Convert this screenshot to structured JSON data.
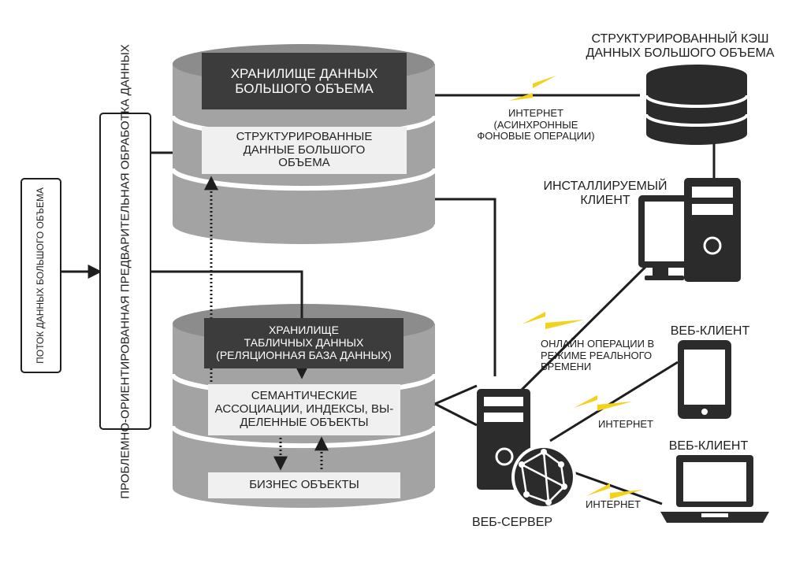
{
  "diagram": {
    "stream_label": "ПОТОК ДАННЫХ\nБОЛЬШОГО ОБЪЕМА",
    "preprocessing_label": "ПРОБЛЕМНО-ОРИЕНТИРОВАННАЯ\nПРЕДВАРИТЕЛЬНАЯ ОБРАБОТКА ДАННЫХ",
    "bigdata_storage": "ХРАНИЛИЩЕ ДАННЫХ\nБОЛЬШОГО ОБЪЕМА",
    "structured_data": "СТРУКТУРИРОВАННЫЕ\nДАННЫЕ БОЛЬШОГО\nОБЪЕМА",
    "tabular_storage": "ХРАНИЛИЩЕ\nТАБЛИЧНЫХ ДАННЫХ\n(РЕЛЯЦИОННАЯ БАЗА ДАННЫХ)",
    "semantic_assoc": "СЕМАНТИЧЕСКИЕ\nАССОЦИАЦИИ, ИНДЕКСЫ, ВЫ-\nДЕЛЕННЫЕ ОБЪЕКТЫ",
    "business_objects": "БИЗНЕС ОБЪЕКТЫ",
    "cache_label": "СТРУКТУРИРОВАННЫЙ КЭШ\nДАННЫХ БОЛЬШОГО ОБЪЕМА",
    "internet_async": "ИНТЕРНЕТ\n(АСИНХРОННЫЕ\nФОНОВЫЕ ОПЕРАЦИИ)",
    "installed_client": "ИНСТАЛЛИРУЕМЫЙ\nКЛИЕНТ",
    "online_ops": "ОНЛАЙН ОПЕРАЦИИ В\nРЕЖИМЕ РЕАЛЬНОГО\nВРЕМЕНИ",
    "web_client_1": "ВЕБ-КЛИЕНТ",
    "web_client_2": "ВЕБ-КЛИЕНТ",
    "internet_1": "ИНТЕРНЕТ",
    "internet_2": "ИНТЕРНЕТ",
    "web_server": "ВЕБ-СЕРВЕР"
  },
  "colors": {
    "cylinder_fill": "#a3a3a3",
    "cylinder_dark": "#8c8c8c",
    "dark_box": "#3c3c3c",
    "light_box": "#f0f0f0",
    "line": "#1e1e1e",
    "icon": "#2b2b2b",
    "lightning": "#f2d21b"
  },
  "icons": [
    "database-icon",
    "desktop-computer-icon",
    "server-tower-icon",
    "globe-network-icon",
    "tablet-icon",
    "laptop-icon",
    "lightning-icon"
  ]
}
